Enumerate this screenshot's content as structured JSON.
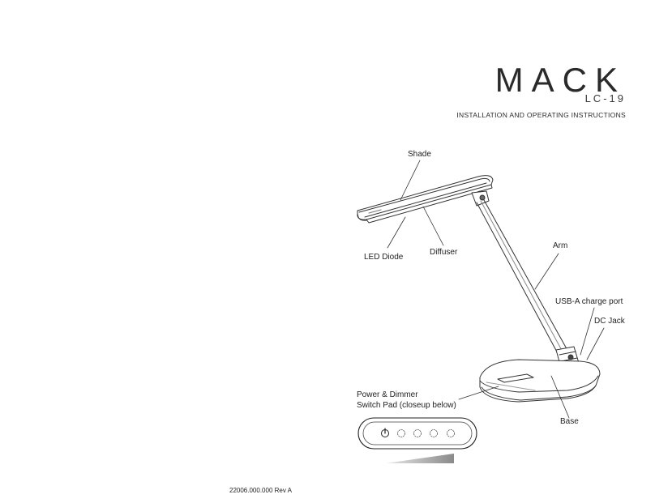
{
  "header": {
    "brand": "MACK",
    "model": "LC-19",
    "subtitle": "INSTALLATION AND OPERATING INSTRUCTIONS"
  },
  "callouts": {
    "shade": "Shade",
    "led_diode": "LED Diode",
    "diffuser": "Diffuser",
    "arm": "Arm",
    "usb_port": "USB-A charge port",
    "dc_jack": "DC Jack",
    "switch_pad_line1": "Power & Dimmer",
    "switch_pad_line2": "Switch Pad (closeup below)",
    "base": "Base"
  },
  "footer": {
    "part_number": "22006.000.000 Rev A"
  }
}
